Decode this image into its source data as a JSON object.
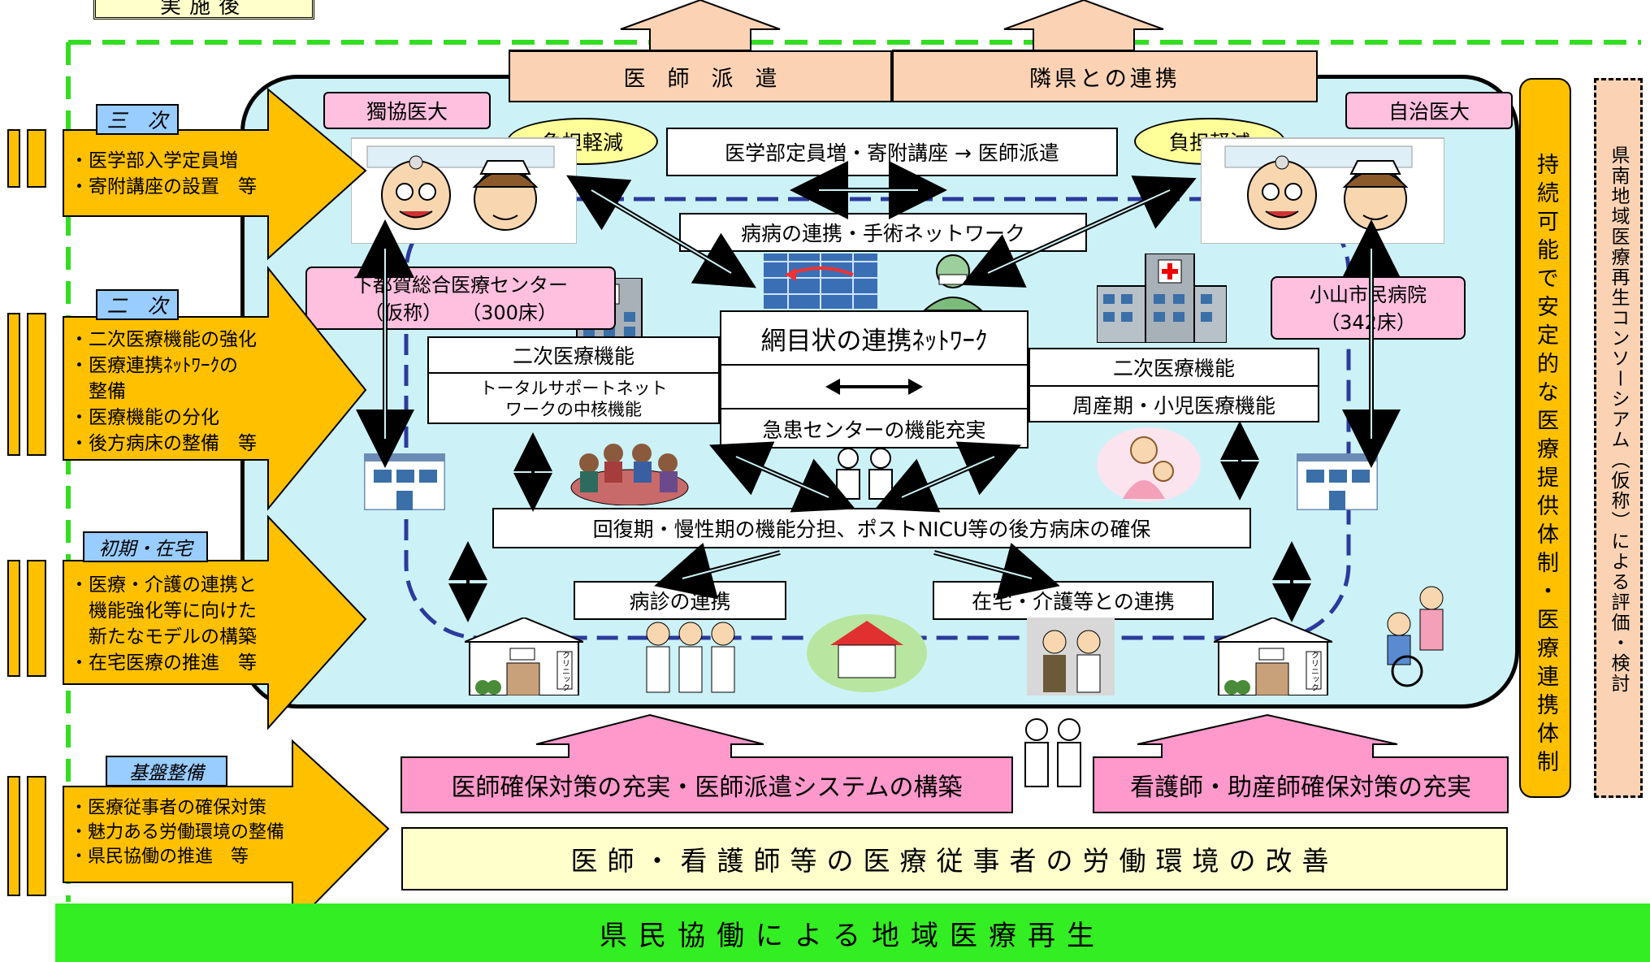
{
  "top_label": "実施後",
  "top_arrows": [
    "医　師　派　遣",
    "隣県との連携"
  ],
  "univ_left": "獨協医大",
  "univ_right": "自治医大",
  "burden_left": "負担軽減",
  "burden_right": "負担軽減",
  "med_school": "医学部定員増・寄附講座 → 医師派遣",
  "hospital_network": "病病の連携・手術ネットワーク",
  "center_left_name": "下都賀総合医療センター",
  "center_left_beds": "（仮称）　　（300床）",
  "center_right_name": "小山市民病院",
  "center_right_beds": "（342床）",
  "mesh_network": "網目状の連携ﾈｯﾄﾜｰｸ",
  "emergency": "急患センターの機能充実",
  "left_secondary": "二次医療機能",
  "left_support": "トータルサポートネット\nワークの中核機能",
  "right_secondary": "二次医療機能",
  "right_perinatal": "周産期・小児医療機能",
  "recovery": "回復期・慢性期の機能分担、ポストNICU等の後方病床の確保",
  "clinic_link": "病診の連携",
  "home_care_link": "在宅・介護等との連携",
  "clinic_sign": "クリニック",
  "doctor_secure": "医師確保対策の充実・医師派遣システムの構築",
  "nurse_secure": "看護師・助産師確保対策の充実",
  "work_env": "医師・看護師等の医療従事者の労働環境の改善",
  "bottom_banner": "県民協働による地域医療再生",
  "sustainable": "持続可能で安定的な医療提供体制・医療連携体制",
  "consortium": "県南地域医療再生コンソーシアム（仮称）による評価・検討",
  "tiers": [
    {
      "label": "三　次",
      "items": [
        "・医学部入学定員増",
        "・寄附講座の設置　等"
      ]
    },
    {
      "label": "二　次",
      "items": [
        "・二次医療機能の強化",
        "・医療連携ﾈｯﾄﾜｰｸの",
        "　整備",
        "・医療機能の分化",
        "・後方病床の整備　等"
      ]
    },
    {
      "label": "初期・在宅",
      "items": [
        "・医療・介護の連携と",
        "　機能強化等に向けた",
        "　新たなモデルの構築",
        "・在宅医療の推進　等"
      ]
    },
    {
      "label": "基盤整備",
      "items": [
        "・医療従事者の確保対策",
        "・魅力ある労働環境の整備",
        "・県民協働の推進　等"
      ]
    }
  ],
  "colors": {
    "accent_orange": "#ffc000",
    "pink": "#ffbfdf",
    "cyan": "#ccf2f7",
    "green": "#33ee22",
    "peach": "#fbd3b4"
  }
}
